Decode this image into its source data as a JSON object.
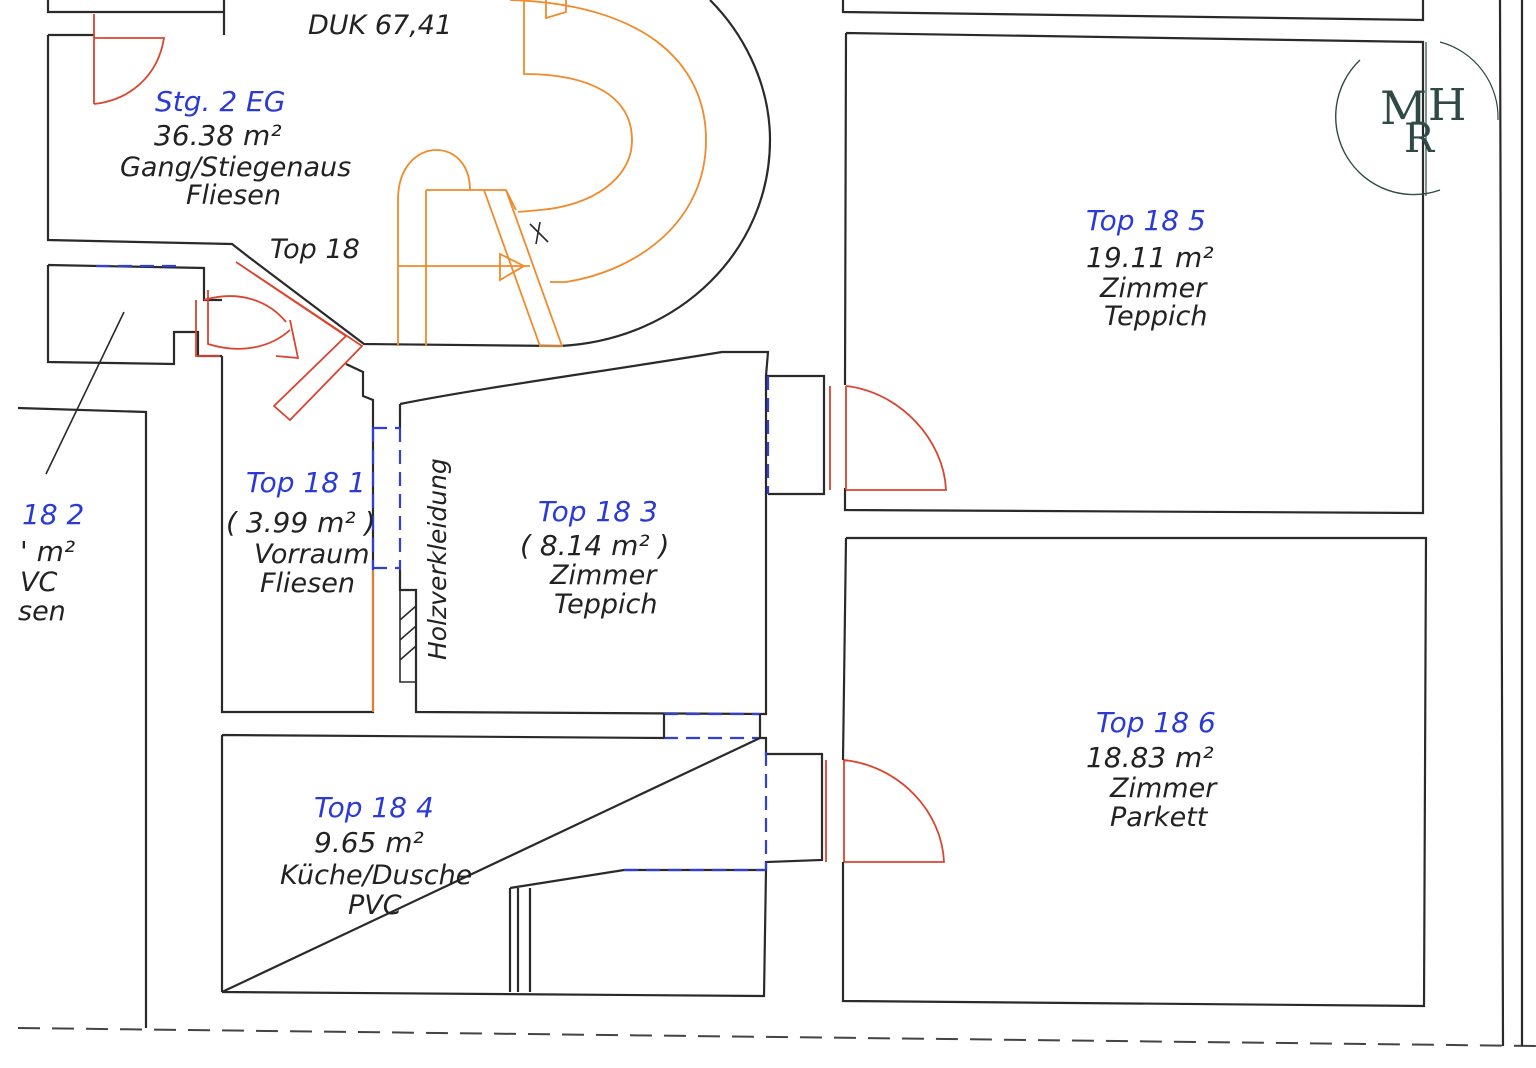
{
  "colors": {
    "wall": "#2a2a2a",
    "room_name": "#2b3ad6",
    "door_swing": "#d9452f",
    "stair": "#f08a2a",
    "logo": "#2f4a44"
  },
  "labels": {
    "duk": "DUK 67,41",
    "top18": "Top  18",
    "holz": "Holzverkleidung"
  },
  "rooms": [
    {
      "id": "stg",
      "name": "Stg.  2 EG",
      "area": "36.38  m²",
      "use": "Gang/Stiegenaus",
      "floor": "Fliesen"
    },
    {
      "id": "r1",
      "name": "Top  18  1",
      "area": "( 3.99  m² )",
      "use": "Vorraum",
      "floor": "Fliesen"
    },
    {
      "id": "r2",
      "name": "18  2",
      "area": "' m²",
      "use": "VC",
      "floor": "sen"
    },
    {
      "id": "r3",
      "name": "Top  18  3",
      "area": "( 8.14  m² )",
      "use": "Zimmer",
      "floor": "Teppich"
    },
    {
      "id": "r4",
      "name": "Top  18  4",
      "area": "9.65  m²",
      "use": "Küche/Dusche",
      "floor": "PVC"
    },
    {
      "id": "r5",
      "name": "Top  18  5",
      "area": "19.11  m²",
      "use": "Zimmer",
      "floor": "Teppich"
    },
    {
      "id": "r6",
      "name": "Top  18  6",
      "area": "18.83  m²",
      "use": "Zimmer",
      "floor": "Parkett"
    }
  ],
  "logo": {
    "letters_m": "M",
    "letters_h": "H",
    "letters_r": "R"
  }
}
